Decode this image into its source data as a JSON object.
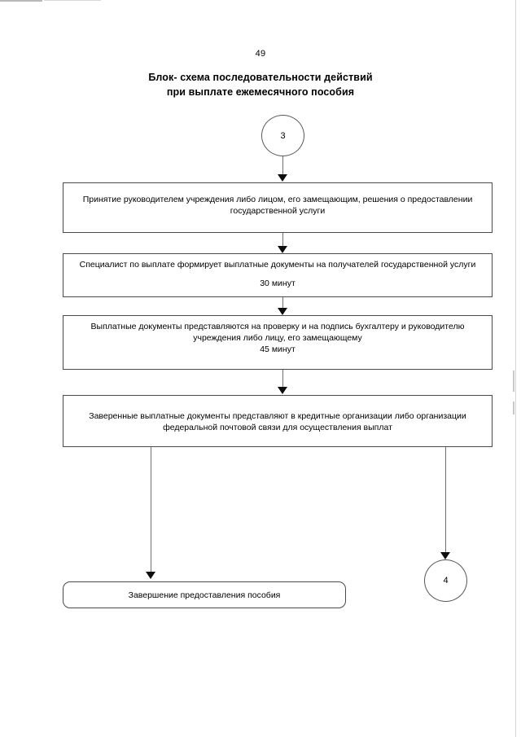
{
  "page": {
    "number": "49",
    "title_line1": "Блок- схема последовательности действий",
    "title_line2": "при выплате ежемесячного пособия"
  },
  "flowchart": {
    "type": "flowchart",
    "connector_nodes": [
      {
        "id": "node-3",
        "label": "3",
        "role": "inbound-connector"
      },
      {
        "id": "node-4",
        "label": "4",
        "role": "outbound-connector"
      }
    ],
    "steps": [
      {
        "id": "step-1",
        "text": "Принятие руководителем учреждения либо лицом, его замещающим, решения о предоставлении государственной услуги",
        "duration": ""
      },
      {
        "id": "step-2",
        "text": "Специалист по выплате формирует выплатные документы на получателей государственной услуги",
        "duration": "30 минут"
      },
      {
        "id": "step-3",
        "text": "Выплатные документы представляются на проверку и на подпись бухгалтеру и руководителю учреждения либо лицу, его замещающему",
        "duration": "45 минут"
      },
      {
        "id": "step-4",
        "text": "Заверенные выплатные документы представляют в кредитные организации либо организации федеральной почтовой связи для осуществления выплат",
        "duration": ""
      }
    ],
    "terminator": {
      "id": "step-end",
      "text": "Завершение предоставления пособия"
    }
  },
  "colors": {
    "background": "#ffffff",
    "text": "#000000",
    "box_border": "#4a4a4a",
    "connector_line": "#707070",
    "arrowhead": "#0d0d0d"
  }
}
